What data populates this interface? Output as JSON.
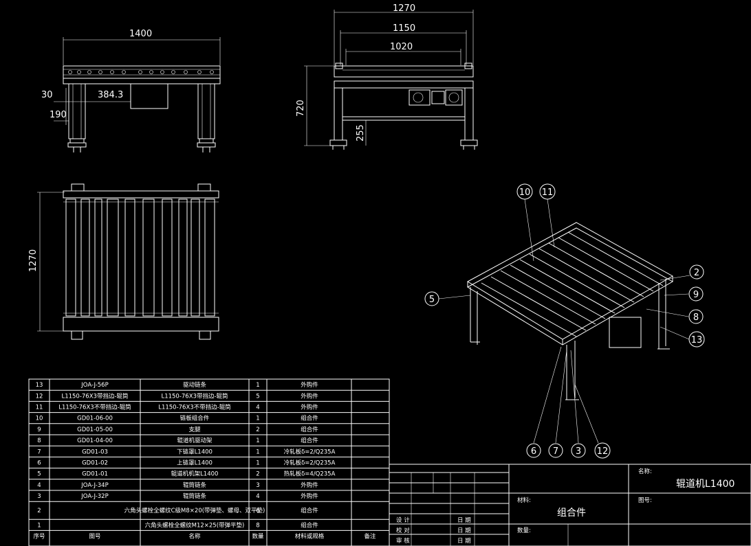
{
  "dimensions": {
    "front_width": "1400",
    "front_offset": "384.3",
    "front_small_a": "30",
    "front_small_b": "190",
    "side_outer": "1270",
    "side_mid": "1150",
    "side_inner": "1020",
    "side_height": "720",
    "side_low": "255",
    "top_length": "1270"
  },
  "balloons": [
    "10",
    "11",
    "2",
    "9",
    "8",
    "13",
    "5",
    "6",
    "7",
    "3",
    "12"
  ],
  "bom": {
    "rows": [
      {
        "no": "13",
        "code": "JOA-J-56P",
        "name": "驱动链条",
        "qty": "1",
        "material": "外购件"
      },
      {
        "no": "12",
        "code": "L1150-76X3带挡边-辊筒",
        "name": "L1150-76X3带挡边-辊筒",
        "qty": "5",
        "material": "外购件"
      },
      {
        "no": "11",
        "code": "L1150-76X3不带挡边-辊筒",
        "name": "L1150-76X3不带挡边-辊筒",
        "qty": "4",
        "material": "外购件"
      },
      {
        "no": "10",
        "code": "GD01-06-00",
        "name": "链板组合件",
        "qty": "1",
        "material": "组合件"
      },
      {
        "no": "9",
        "code": "GD01-05-00",
        "name": "支腿",
        "qty": "2",
        "material": "组合件"
      },
      {
        "no": "8",
        "code": "GD01-04-00",
        "name": "辊道机驱动架",
        "qty": "1",
        "material": "组合件"
      },
      {
        "no": "7",
        "code": "GD01-03",
        "name": "下链罩L1400",
        "qty": "1",
        "material": "冷轧板δ=2/Q235A"
      },
      {
        "no": "6",
        "code": "GD01-02",
        "name": "上链罩L1400",
        "qty": "1",
        "material": "冷轧板δ=2/Q235A"
      },
      {
        "no": "5",
        "code": "GD01-01",
        "name": "辊道机机架L1400",
        "qty": "2",
        "material": "热轧板δ=4/Q235A"
      },
      {
        "no": "4",
        "code": "JOA-J-34P",
        "name": "辊筒链条",
        "qty": "3",
        "material": "外购件"
      },
      {
        "no": "3",
        "code": "JOA-J-32P",
        "name": "辊筒链条",
        "qty": "4",
        "material": "外购件"
      },
      {
        "no": "2",
        "code": "",
        "name": "六角头螺栓全螺纹C级M8×20(带弹垫、螺母、双平垫)",
        "qty": "6",
        "material": "组合件"
      },
      {
        "no": "1",
        "code": "",
        "name": "六角头螺栓全螺纹M12×25(带弹平垫)",
        "qty": "8",
        "material": "组合件"
      }
    ],
    "header": {
      "no": "序号",
      "code": "图号",
      "name": "名称",
      "qty": "数量",
      "material": "材料或规格",
      "note": "备注"
    }
  },
  "title_block": {
    "name_label": "名称:",
    "name_value": "辊道机L1400",
    "material_label": "材料:",
    "material_value": "组合件",
    "drawing_no_label": "图号:",
    "qty_label": "数量:",
    "design": "设 计",
    "check": "校 对",
    "review": "审 核",
    "date": "日 期"
  }
}
